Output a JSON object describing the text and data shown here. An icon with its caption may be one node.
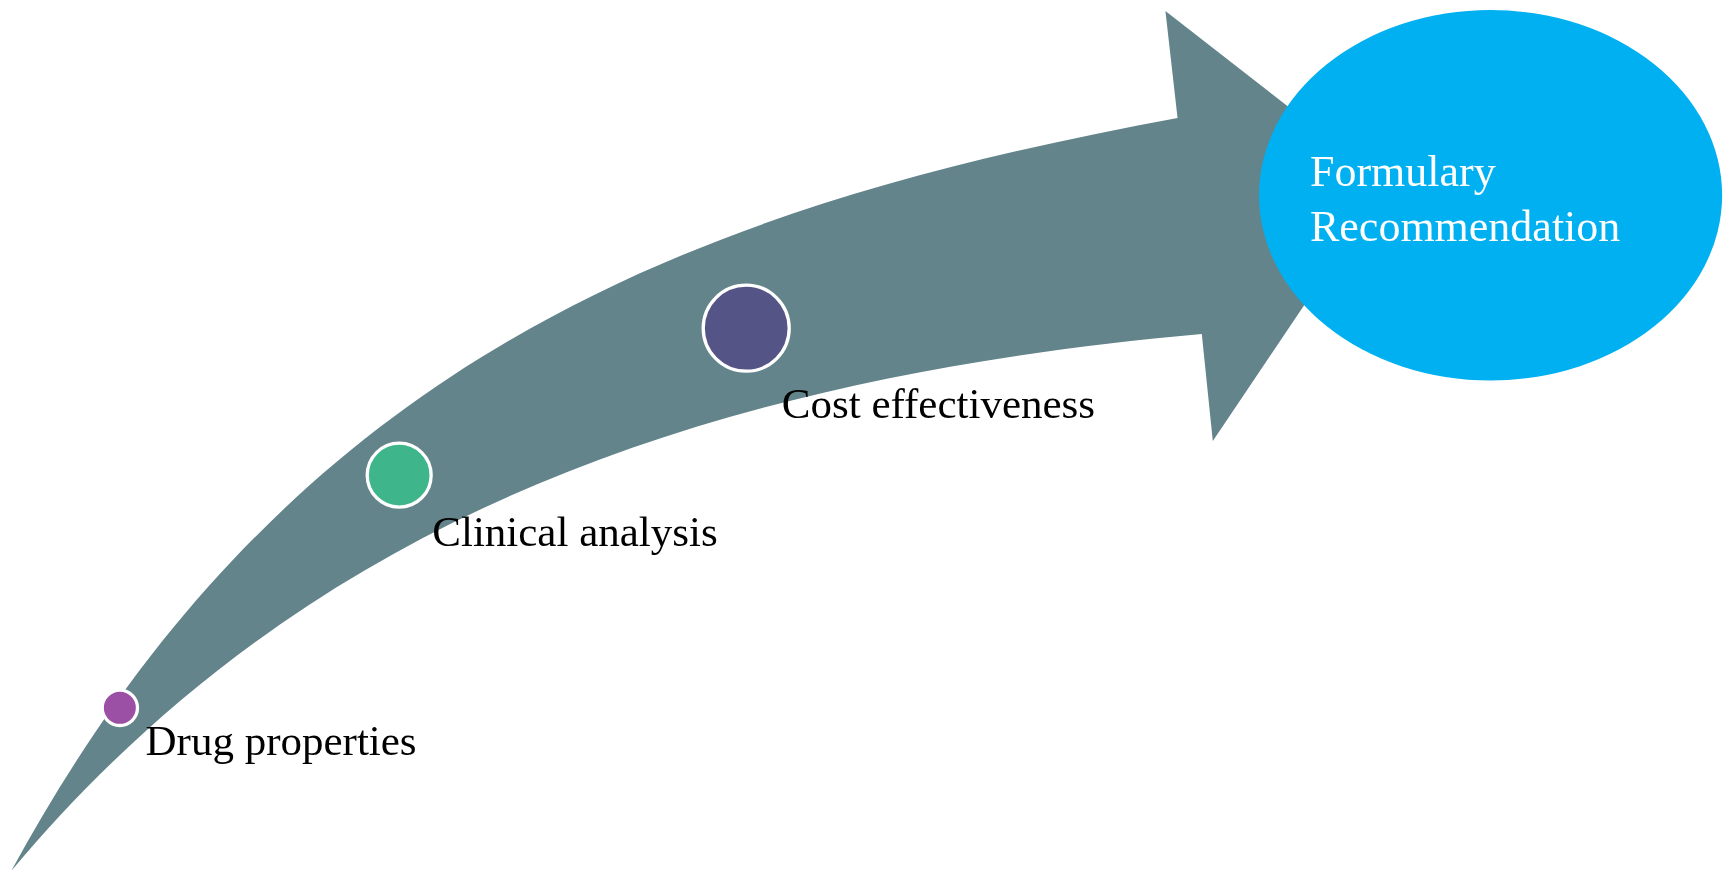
{
  "diagram": {
    "nodes": [
      {
        "text": [],
        "shape": "circle",
        "beside": [
          "Drug properties"
        ]
      },
      {
        "text": [],
        "shape": "circle",
        "beside": [
          "Clinical analysis"
        ]
      },
      {
        "text": [],
        "shape": "circle",
        "beside": [
          "Cost effectiveness"
        ]
      },
      {
        "text": [
          "Formulary Recommendation"
        ]
      }
    ],
    "edges": [
      {
        "from": null,
        "to": 3,
        "arrow": "to"
      }
    ]
  }
}
